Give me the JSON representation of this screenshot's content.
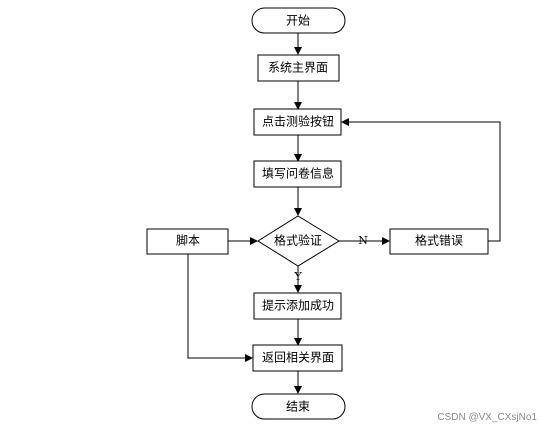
{
  "diagram": {
    "nodes": {
      "start": "开始",
      "main_ui": "系统主界面",
      "click_test": "点击测验按钮",
      "fill_info": "填写问卷信息",
      "format_check": "格式验证",
      "format_error": "格式错误",
      "script": "脚本",
      "add_success": "提示添加成功",
      "return_ui": "返回相关界面",
      "end": "结束"
    },
    "edge_labels": {
      "no": "N",
      "yes": "Y"
    }
  },
  "watermark": "CSDN @VX_CXsjNo1"
}
